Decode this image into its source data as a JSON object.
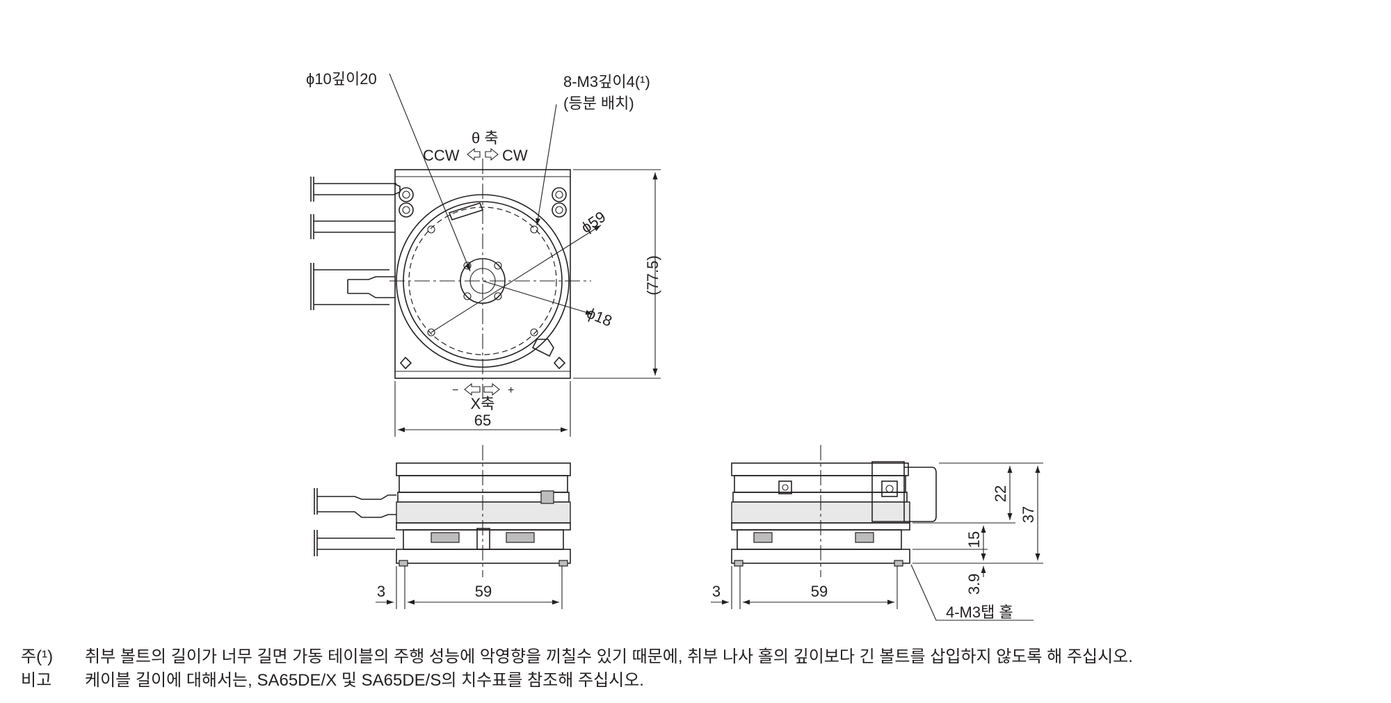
{
  "top_view": {
    "hole_callout": "ϕ10깊이20",
    "tap_callout_line1": "8-M3깊이4(¹)",
    "tap_callout_line2": "(등분 배치)",
    "theta_axis": "θ 축",
    "ccw": "CCW",
    "cw": "CW",
    "phi59": "ϕ59",
    "phi18": "ϕ18",
    "height_dim": "(77.5)",
    "minus": "−",
    "plus": "+",
    "x_axis": "X축",
    "width_dim": "65"
  },
  "front_view": {
    "offset_dim": "3",
    "pitch_dim": "59"
  },
  "side_view": {
    "offset_dim": "3",
    "pitch_dim": "59",
    "dim_22": "22",
    "dim_37": "37",
    "dim_15": "15",
    "dim_39": "3.9",
    "tap_hole": "4-M3탭 홀"
  },
  "notes": [
    {
      "label": "주(¹)",
      "text": "취부 볼트의 길이가 너무 길면 가동 테이블의 주행 성능에 악영향을 끼칠수 있기 때문에, 취부 나사 홀의 깊이보다 긴 볼트를 삽입하지 않도록 해 주십시오."
    },
    {
      "label": "비고",
      "text": "케이블 길이에 대해서는, SA65DE/X 및 SA65DE/S의 치수표를 참조해 주십시오."
    }
  ]
}
